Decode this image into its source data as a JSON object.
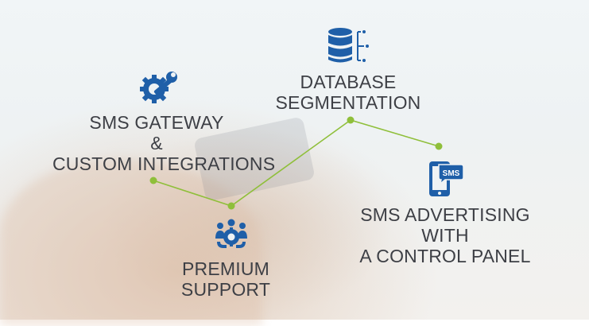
{
  "features": {
    "database": {
      "line1": "DATABASE",
      "line2": "SEGMENTATION"
    },
    "gateway": {
      "line1": "SMS GATEWAY",
      "line2": "&",
      "line3": "CUSTOM INTEGRATIONS"
    },
    "support": {
      "line1": "PREMIUM",
      "line2": "SUPPORT"
    },
    "advertising": {
      "line1": "SMS ADVERTISING",
      "line2": "WITH",
      "line3": "A CONTROL PANEL"
    }
  },
  "sms_icon_text": "SMS",
  "colors": {
    "icon": "#1f5fa8",
    "line": "#8fbf3a",
    "text": "#3d3f45"
  },
  "icons": [
    "gear-wrench-icon",
    "database-icon",
    "team-support-icon",
    "sms-phone-icon"
  ]
}
